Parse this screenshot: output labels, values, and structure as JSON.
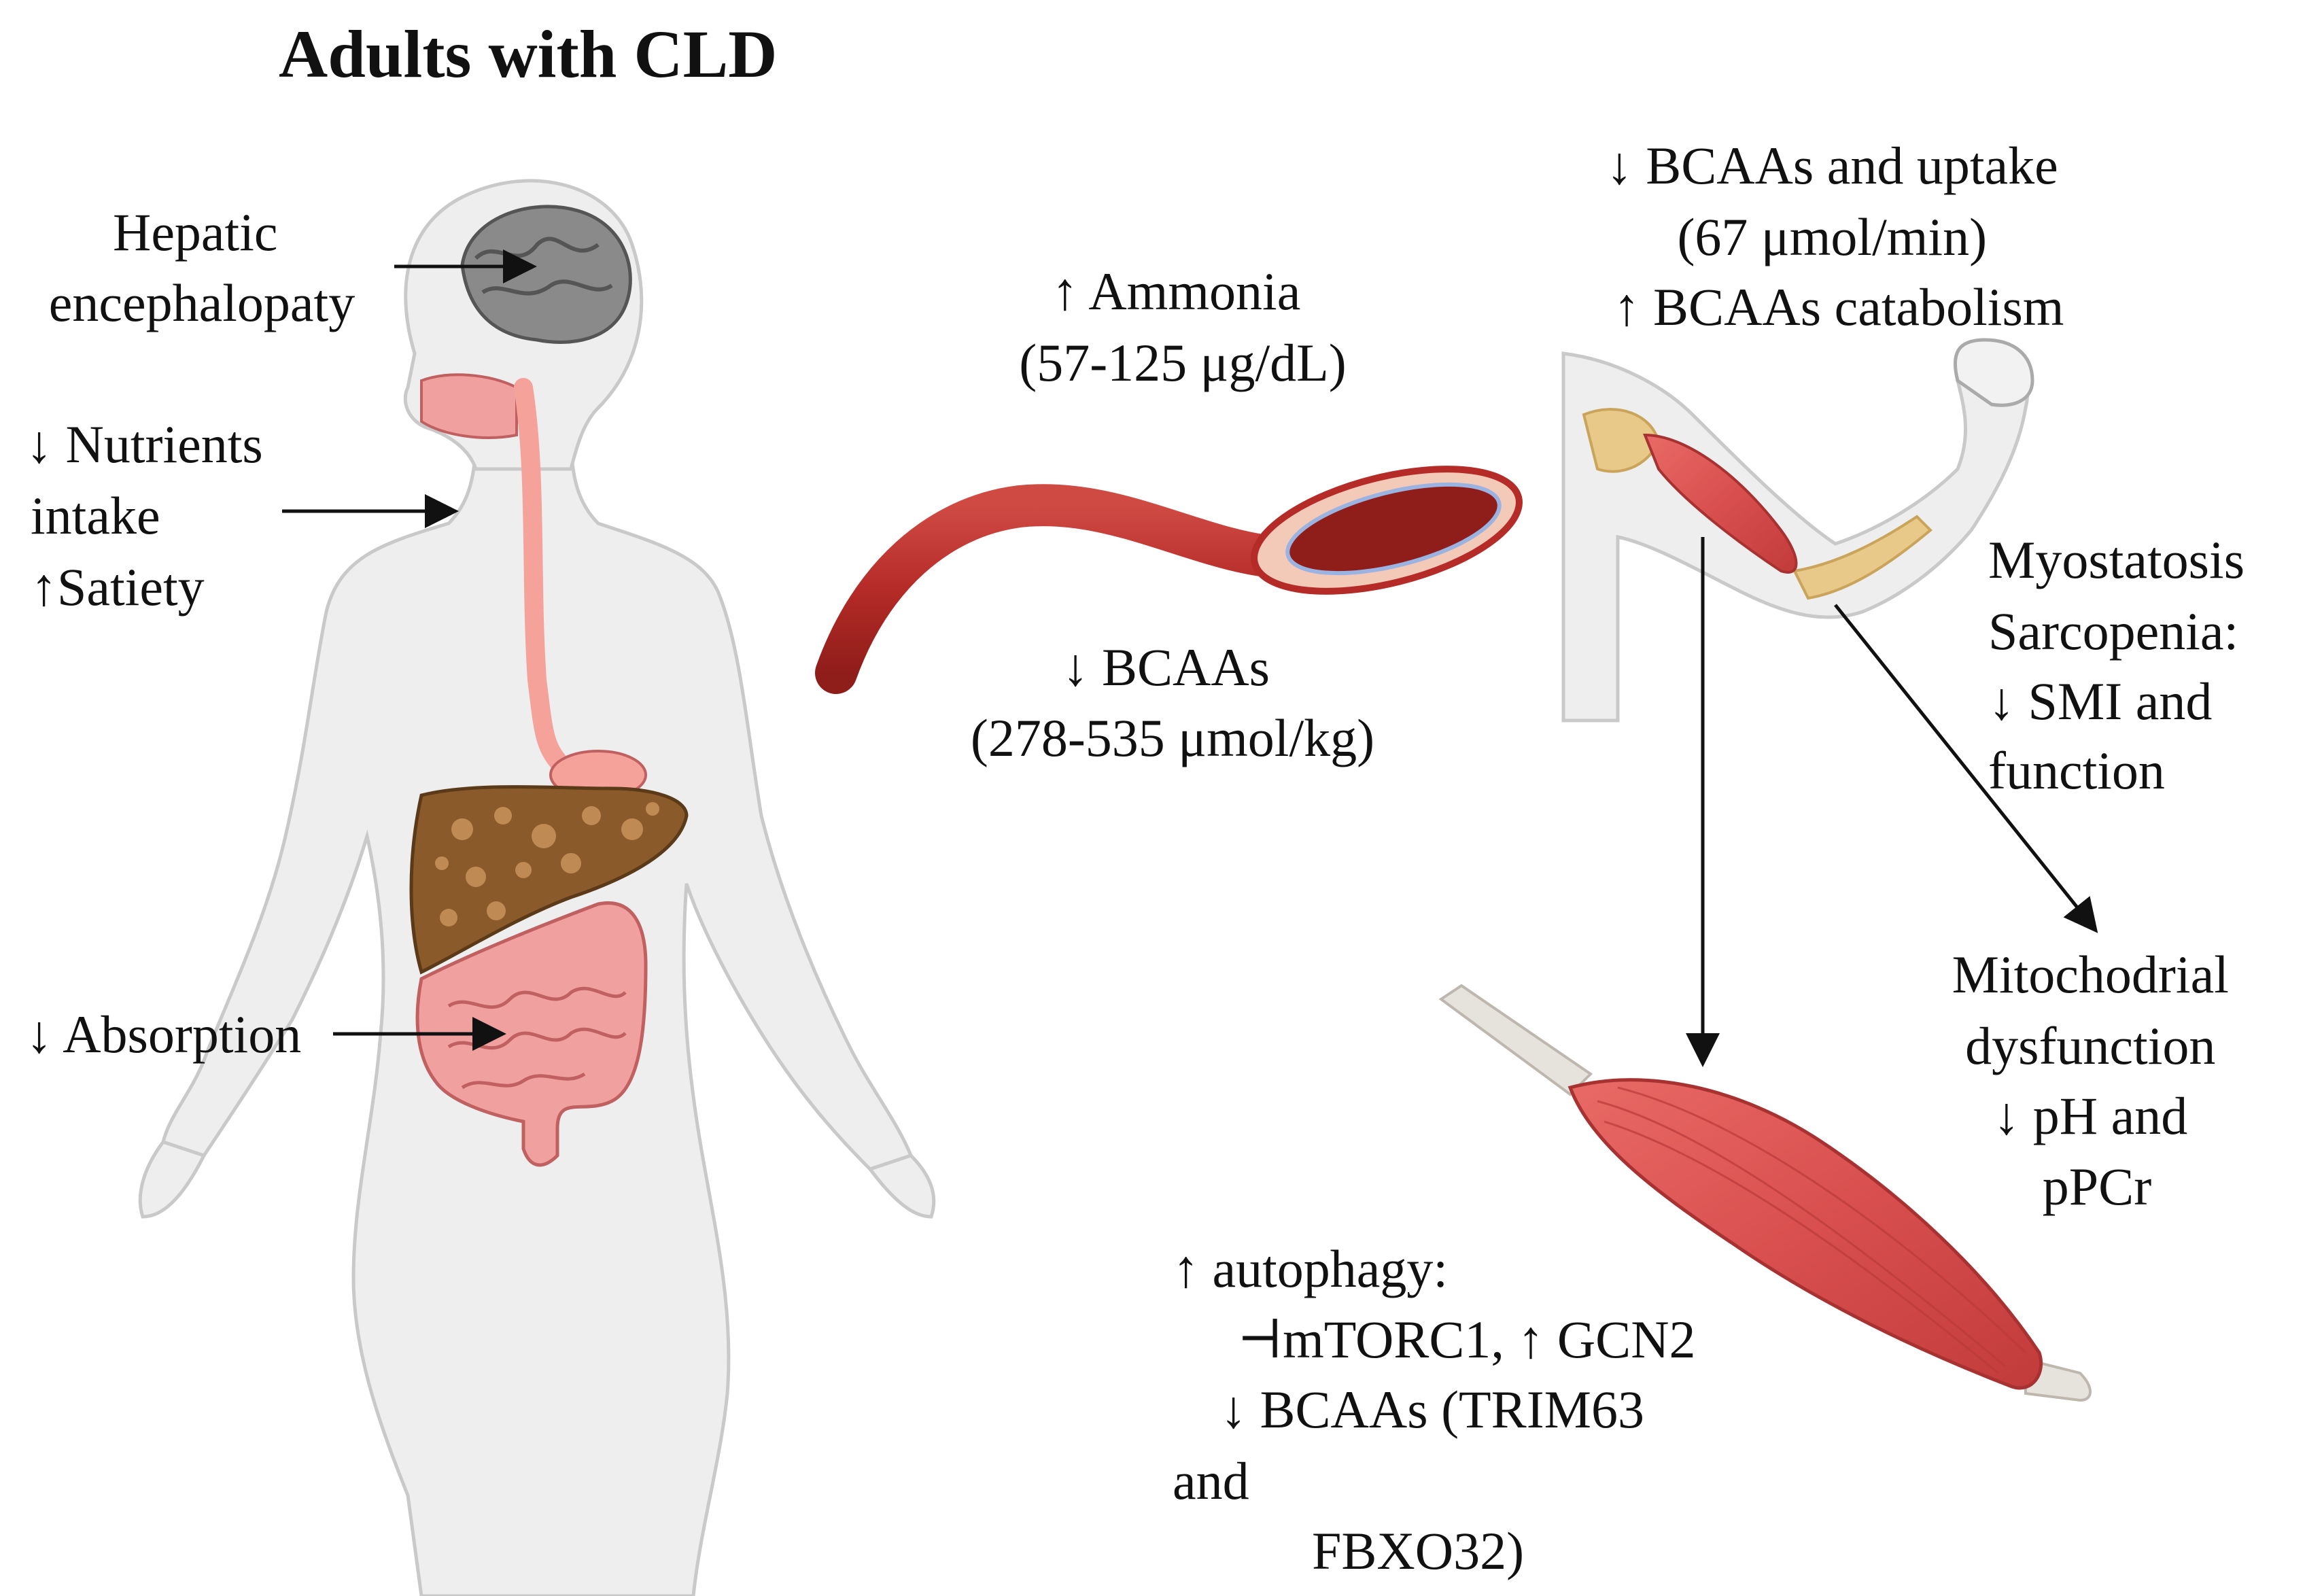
{
  "title": "Adults with CLD",
  "body_labels": {
    "hepatic": [
      "Hepatic",
      "encephalopaty"
    ],
    "nutrients": [
      "↓ Nutrients",
      "intake",
      "↑Satiety"
    ],
    "absorption": "↓ Absorption"
  },
  "vessel_labels": {
    "ammonia": [
      "↑ Ammonia",
      "(57-125 μg/dL)"
    ],
    "bcaas": [
      "↓ BCAAs",
      "(278-535 μmol/kg)"
    ]
  },
  "arm_labels": {
    "uptake": [
      "↓ BCAAs and uptake",
      "(67 μmol/min)",
      "↑ BCAAs catabolism"
    ],
    "myo": [
      "Myostatosis",
      "Sarcopenia:",
      "↓ SMI and",
      "function"
    ],
    "mito": [
      "Mitochodrial",
      "dysfunction",
      "↓ pH and",
      "pPCr"
    ]
  },
  "muscle_labels": {
    "autophagy": [
      "↑ autophagy:",
      "⊣mTORC1, ↑ GCN2",
      "↓ BCAAs (TRIM63",
      "and",
      "FBXO32)"
    ]
  },
  "colors": {
    "skin": "#eeeeee",
    "skin_outline": "#c9c9c9",
    "brain": "#8a8a8a",
    "liver": "#8b5a2b",
    "intestine": "#f1a0a0",
    "esophagus": "#f5a39a",
    "vessel": "#b52b27",
    "muscle": "#d94f4f",
    "tendon": "#e6e2dc",
    "arrow": "#111111"
  }
}
